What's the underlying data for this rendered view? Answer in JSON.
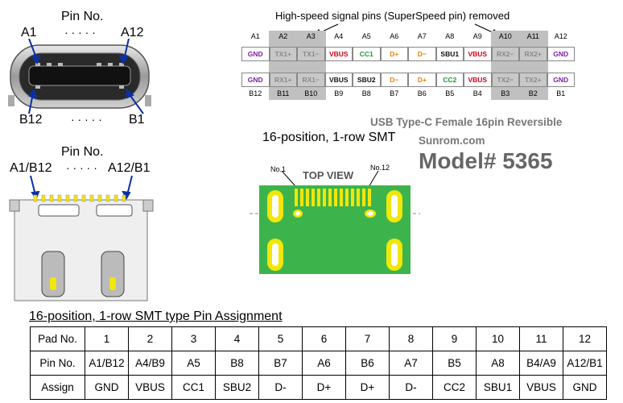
{
  "top_left": {
    "pin_no": "Pin No.",
    "dots": "· · · · ·",
    "a1": "A1",
    "a12": "A12",
    "b12": "B12",
    "b1": "B1",
    "dots_bottom": "· · · · ·"
  },
  "bottom_left": {
    "pin_no": "Pin No.",
    "left": "A1/B12",
    "dots": "· · · · ·",
    "right": "A12/B1"
  },
  "pin_grid": {
    "header": "High-speed signal pins (SuperSpeed pin) removed",
    "top_numbers": [
      "A1",
      "A2",
      "A3",
      "A4",
      "A5",
      "A6",
      "A7",
      "A8",
      "A9",
      "A10",
      "A11",
      "A12"
    ],
    "row_a": [
      "GND",
      "TX1+",
      "TX1−",
      "VBUS",
      "CC1",
      "D+",
      "D−",
      "SBU1",
      "VBUS",
      "RX2−",
      "RX2+",
      "GND"
    ],
    "row_b": [
      "GND",
      "RX1+",
      "RX1−",
      "VBUS",
      "SBU2",
      "D−",
      "D+",
      "CC2",
      "VBUS",
      "TX2−",
      "TX2+",
      "GND"
    ],
    "bottom_numbers": [
      "B12",
      "B11",
      "B10",
      "B9",
      "B8",
      "B7",
      "B6",
      "B5",
      "B4",
      "B3",
      "B2",
      "B1"
    ],
    "colors": {
      "gnd": "#7a1fa2",
      "vbus": "#d0021b",
      "cc": "#1a9a3a",
      "data": "#e8820c",
      "grey_band": "#c0c0c0"
    }
  },
  "smt": {
    "title": "16-position, 1-row SMT",
    "top_view": "TOP VIEW",
    "no1": "No.1",
    "no12": "No.12",
    "pcb_color": "#3cb44b",
    "pad_color": "#f2e60a"
  },
  "product": {
    "name": "USB Type-C Female 16pin Reversible",
    "site": "Sunrom.com",
    "model": "Model# 5365"
  },
  "assignment": {
    "title": "16-position, 1-row SMT type Pin Assignment",
    "row_labels": [
      "Pad No.",
      "Pin No.",
      "Assign"
    ],
    "pad_no": [
      "1",
      "2",
      "3",
      "4",
      "5",
      "6",
      "7",
      "8",
      "9",
      "10",
      "11",
      "12"
    ],
    "pin_no": [
      "A1/B12",
      "A4/B9",
      "A5",
      "B8",
      "B7",
      "A6",
      "B6",
      "A7",
      "B5",
      "A8",
      "B4/A9",
      "A12/B1"
    ],
    "assign": [
      "GND",
      "VBUS",
      "CC1",
      "SBU2",
      "D-",
      "D+",
      "D+",
      "D-",
      "CC2",
      "SBU1",
      "VBUS",
      "GND"
    ]
  }
}
